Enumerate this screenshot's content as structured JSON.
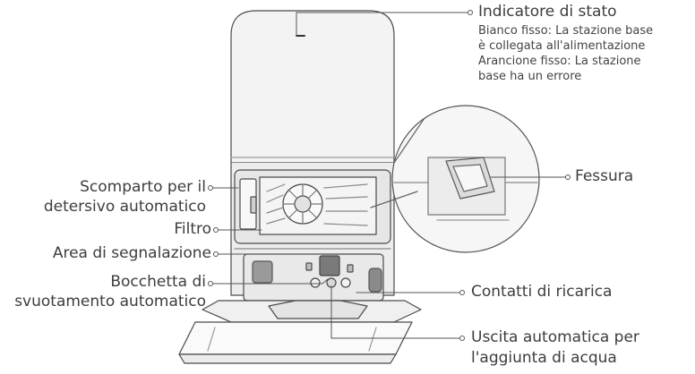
{
  "labels": {
    "status_indicator": {
      "title": "Indicatore di stato",
      "line1": "Bianco fisso: La stazione base",
      "line2": "è collegata all'alimentazione",
      "line3": "Arancione fisso: La stazione",
      "line4": "base ha un errore"
    },
    "slot": "Fessura",
    "detergent_line1": "Scomparto per il",
    "detergent_line2": "detersivo automatico",
    "filter": "Filtro",
    "signal_area": "Area di segnalazione",
    "nozzle_line1": "Bocchetta di",
    "nozzle_line2": "svuotamento automatico",
    "charging_contacts": "Contatti di ricarica",
    "water_outlet_line1": "Uscita automatica per",
    "water_outlet_line2": "l'aggiunta di acqua"
  }
}
